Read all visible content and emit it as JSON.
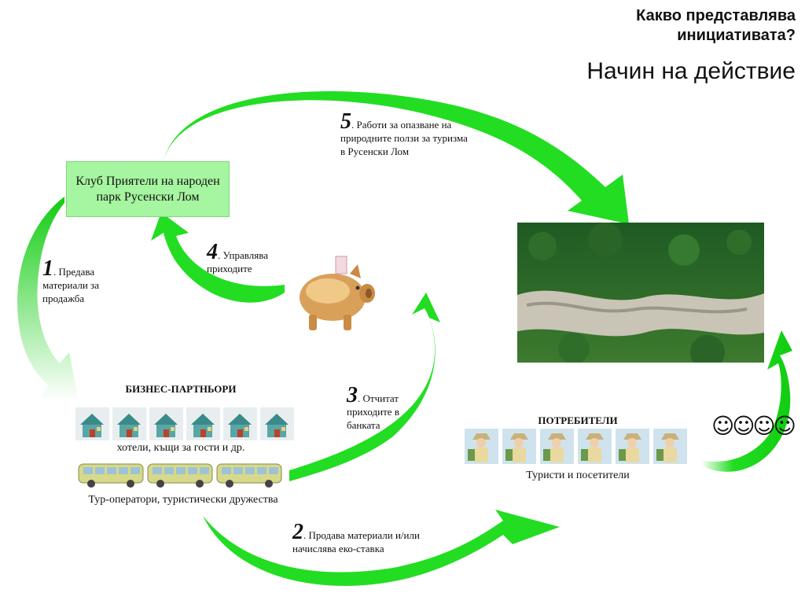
{
  "title": {
    "line1": "Какво представлява",
    "line2": "инициативата?",
    "subtitle": "Начин на действие"
  },
  "club": {
    "label": "Клуб Приятели на народен парк Русенски Лом"
  },
  "steps": [
    {
      "num": "1",
      "text": ". Предава материали за продажба"
    },
    {
      "num": "2",
      "text": ". Продава материали и/или начислява еко-ставка"
    },
    {
      "num": "3",
      "text": ". Отчитат приходите в банката"
    },
    {
      "num": "4",
      "text": ". Управлява приходите"
    },
    {
      "num": "5",
      "text": ". Работи за опазване на природните ползи за туризма в Русенски Лом"
    }
  ],
  "partners": {
    "heading": "БИЗНЕС-ПАРТНЬОРИ",
    "hotels_caption": "хотели, къщи за гости и др.",
    "operators_caption": "Тур-оператори, туристически дружества"
  },
  "consumers": {
    "heading": "ПОТРЕБИТЕЛИ",
    "caption": "Туристи и посетители"
  },
  "smileys": "☺☺☺☺",
  "icons": {
    "piggy": "piggy-bank-icon",
    "landscape": "nature-landscape-photo",
    "house": "house-icon",
    "bus": "bus-icon",
    "tourist": "tourist-icon"
  },
  "colors": {
    "arrow": "#22dd22",
    "club_bg": "#a6f5a0"
  }
}
